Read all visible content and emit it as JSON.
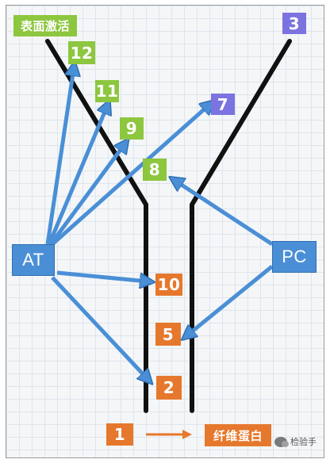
{
  "labels": {
    "surface_activation": "表面激活",
    "fibrin": "纤维蛋白",
    "n1": "1",
    "n2": "2",
    "n3": "3",
    "n5": "5",
    "n7": "7",
    "n8": "8",
    "n9": "9",
    "n10": "10",
    "n11": "11",
    "n12": "12",
    "at": "AT",
    "pc": "PC"
  },
  "watermark": "检验手",
  "colors": {
    "green": "#8dc63f",
    "orange": "#e6782d",
    "purple": "#7b73e0",
    "blue": "#4a8fd6",
    "line": "#111111"
  }
}
